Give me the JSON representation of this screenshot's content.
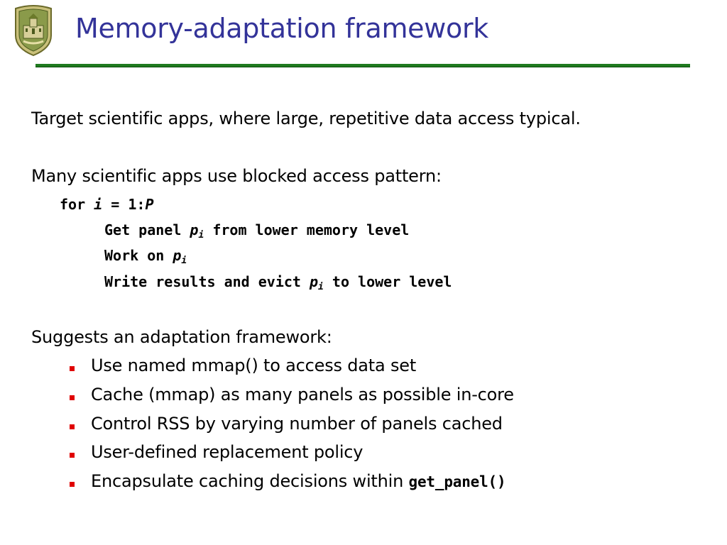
{
  "slide": {
    "title": "Memory-adaptation framework",
    "logo_icon": "university-crest-icon",
    "accent_color": "#333399",
    "rule_color": "#1f7a1f",
    "bullet_color": "#e00000"
  },
  "paragraphs": {
    "p1": "Target scientific apps, where large, repetitive data access typical.",
    "p2": "Many scientific apps use blocked access pattern:",
    "p3": "Suggests an adaptation framework:"
  },
  "code": {
    "line1": {
      "kw": "for",
      "var": "i",
      "mid": " = 1:",
      "end": "P"
    },
    "line2": {
      "pre": "Get panel ",
      "var": "p",
      "sub": "i",
      "post": " from lower memory level"
    },
    "line3": {
      "pre": "Work on ",
      "var": "p",
      "sub": "i"
    },
    "line4": {
      "pre": "Write results and evict ",
      "var": "p",
      "sub": "i",
      "post": " to lower level"
    }
  },
  "bullets": [
    "Use named mmap() to access data set",
    "Cache (mmap) as many panels as possible in-core",
    "Control RSS by varying number of panels cached",
    "User-defined replacement policy",
    "Encapsulate caching decisions within "
  ],
  "bullet5_code": "get_panel()"
}
